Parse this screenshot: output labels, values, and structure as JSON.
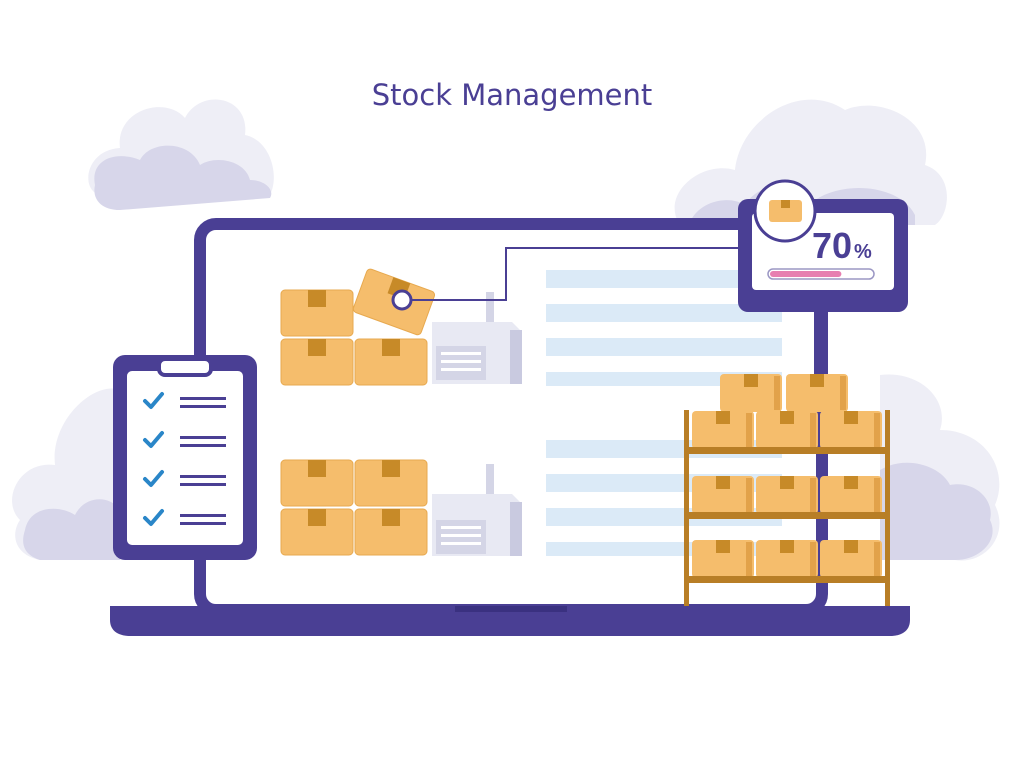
{
  "title": "Stock Management",
  "stock_level": {
    "value": "70",
    "unit": "%",
    "fill_fraction": 0.7
  },
  "checklist": {
    "items_checked": [
      true,
      true,
      true,
      true
    ]
  },
  "colors": {
    "accent": "#4a3f94",
    "box": "#f5bd6c",
    "box_tape": "#c78a28",
    "shelf": "#b87e26",
    "cloud": "#d7d6ea",
    "cloud_light": "#eeeef6",
    "progress": "#e77fb0",
    "check": "#2a86c8"
  },
  "icons": [
    "clipboard-icon",
    "check-icon",
    "box-icon",
    "forklift-icon",
    "cloud-icon",
    "shelf-icon",
    "laptop-icon"
  ]
}
